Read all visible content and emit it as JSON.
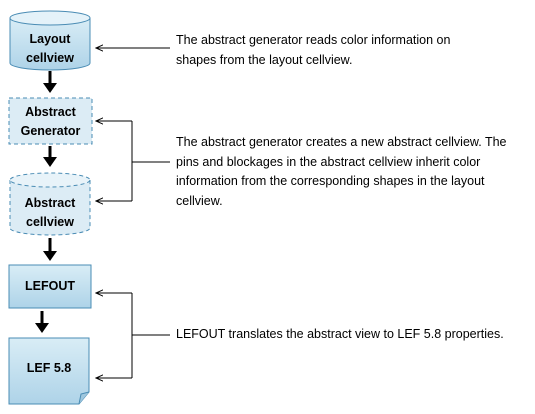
{
  "nodes": {
    "layout_cellview": {
      "line1": "Layout",
      "line2": "cellview"
    },
    "abstract_generator": {
      "line1": "Abstract",
      "line2": "Generator"
    },
    "abstract_cellview": {
      "line1": "Abstract",
      "line2": "cellview"
    },
    "lefout": {
      "label": "LEFOUT"
    },
    "lef58": {
      "label": "LEF 5.8"
    }
  },
  "descriptions": {
    "reads": {
      "line1": "The abstract generator reads color information on",
      "line2": "shapes from the layout cellview."
    },
    "creates": {
      "line1": "The abstract generator creates a new abstract cellview. The",
      "line2": "pins and blockages in the abstract cellview inherit color",
      "line3": "information from the corresponding shapes in the layout",
      "line4": "cellview."
    },
    "translates": {
      "line1": "LEFOUT translates the abstract view to LEF 5.8 properties."
    }
  },
  "colors": {
    "solid_fill_top": "#d6ebf4",
    "solid_fill_bottom": "#b4d7ea",
    "dashed_fill": "#dcecf5",
    "stroke": "#4a8cb4",
    "arrow": "#000000"
  }
}
